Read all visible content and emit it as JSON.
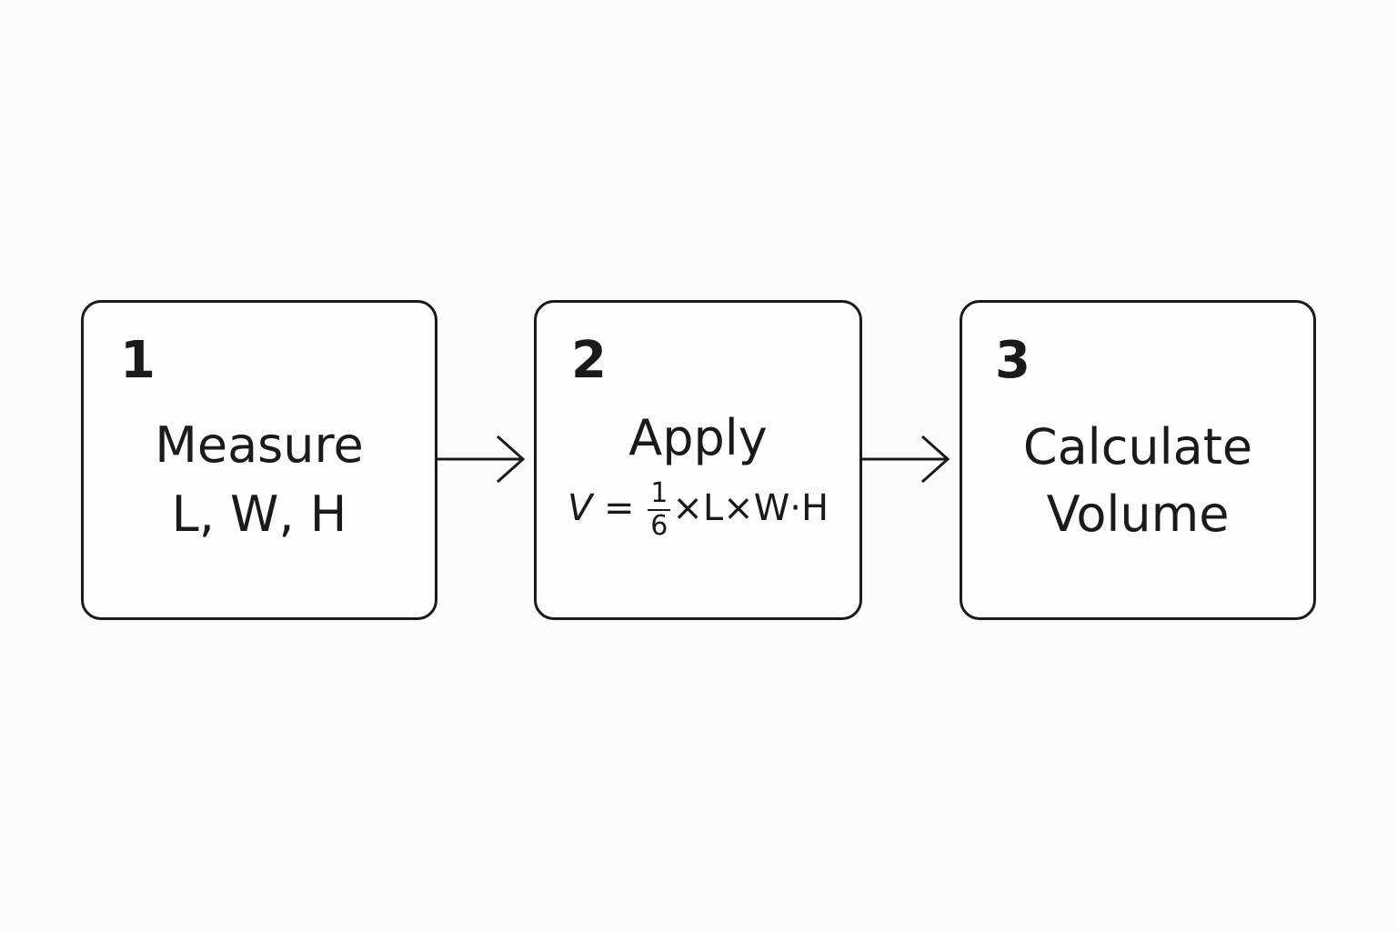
{
  "steps": [
    {
      "number": "1",
      "line1": "Measure",
      "line2": "L, W, H"
    },
    {
      "number": "2",
      "line1": "Apply",
      "formula": {
        "lhs": "V",
        "equals": "=",
        "numerator": "1",
        "denominator": "6",
        "rest": "×L×W·H"
      }
    },
    {
      "number": "3",
      "line1": "Calculate",
      "line2": "Volume"
    }
  ],
  "colors": {
    "stroke": "#1a1a1a",
    "background": "#fcfcfc"
  }
}
